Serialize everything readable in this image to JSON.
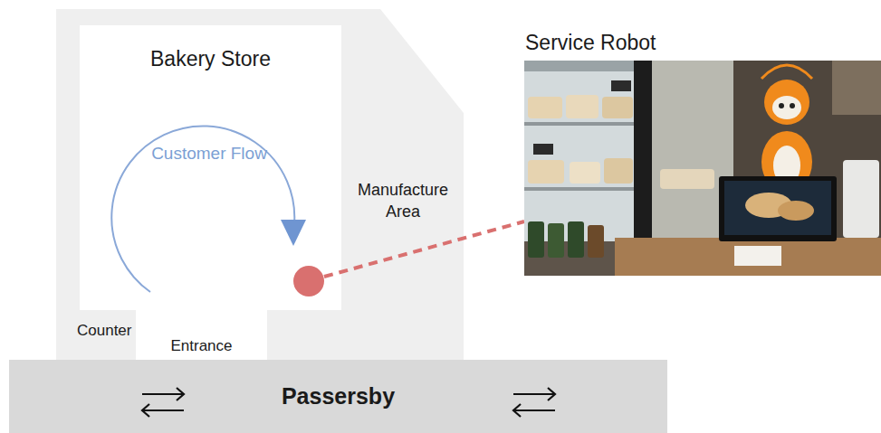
{
  "diagram": {
    "nodes": [
      {
        "text": [
          "Manufacture Area",
          "Counter"
        ]
      },
      {
        "text": [
          "Bakery Store",
          "Entrance"
        ],
        "in": 0
      },
      {
        "text": [
          "Service Robot"
        ]
      },
      {
        "text": [
          "Passersby"
        ]
      }
    ],
    "labels": [
      "Customer Flow"
    ]
  }
}
